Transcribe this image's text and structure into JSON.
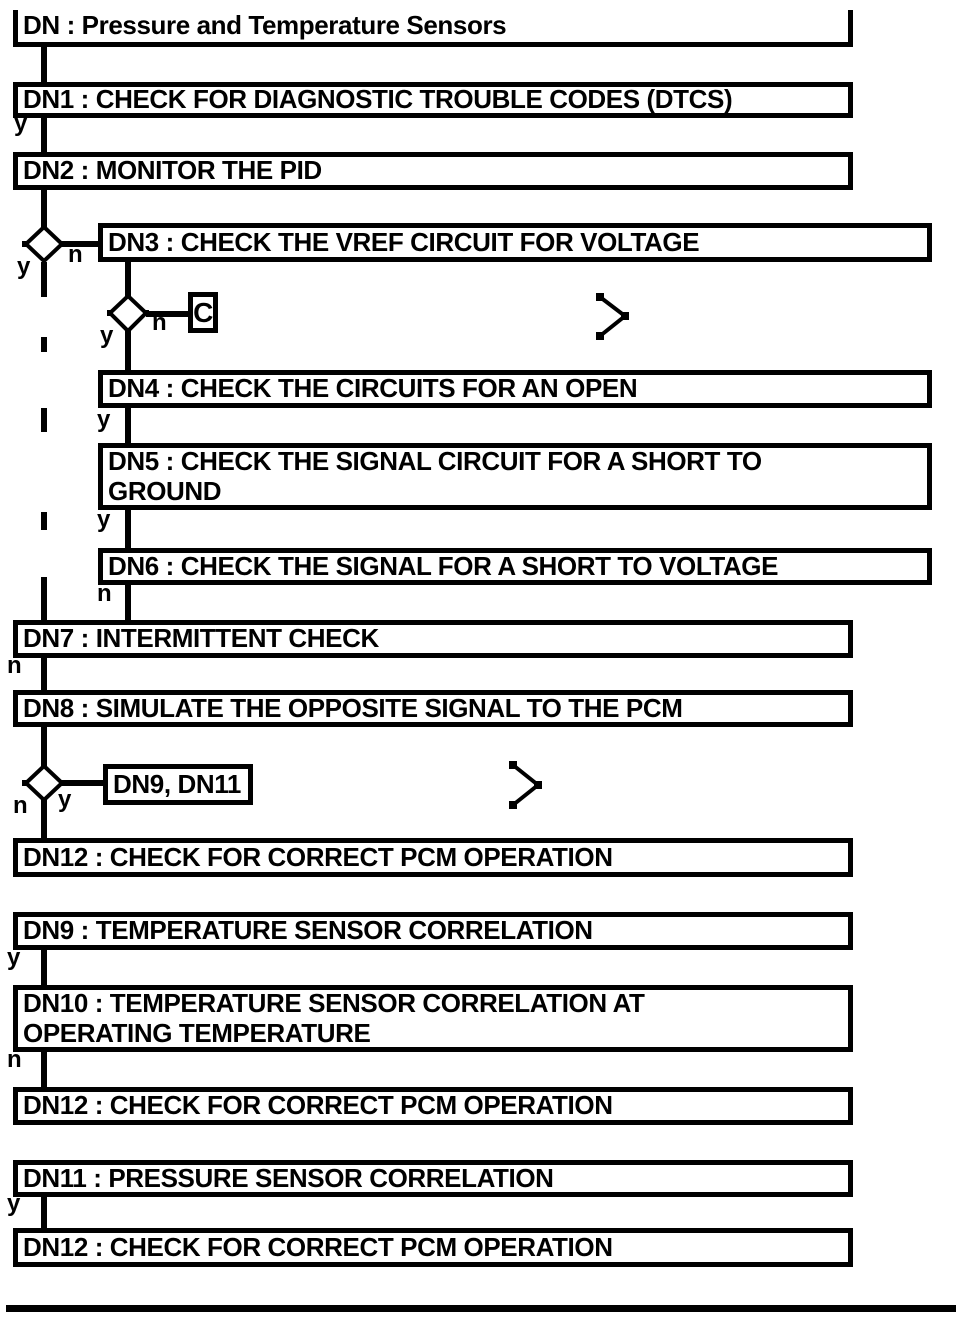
{
  "diagram_title": "DN : Pressure and Temperature Sensors",
  "nodes": {
    "dn": {
      "label": "DN : Pressure and Temperature Sensors"
    },
    "dn1": {
      "label": "DN1 : CHECK FOR DIAGNOSTIC TROUBLE CODES (DTCS)"
    },
    "dn2": {
      "label": "DN2 : MONITOR THE PID"
    },
    "dn3": {
      "label": "DN3 : CHECK THE VREF CIRCUIT FOR VOLTAGE"
    },
    "dn4": {
      "label": "DN4 : CHECK THE CIRCUITS FOR AN OPEN"
    },
    "dn5": {
      "line1": "DN5 : CHECK THE SIGNAL CIRCUIT FOR A SHORT TO",
      "line2": "GROUND"
    },
    "dn6": {
      "label": "DN6 : CHECK THE SIGNAL FOR A SHORT TO VOLTAGE"
    },
    "dn7": {
      "label": "DN7 : INTERMITTENT CHECK"
    },
    "dn8": {
      "label": "DN8 : SIMULATE THE OPPOSITE SIGNAL TO THE PCM"
    },
    "dn9": {
      "label": "DN9 : TEMPERATURE SENSOR CORRELATION"
    },
    "dn10": {
      "line1": "DN10 : TEMPERATURE SENSOR CORRELATION AT",
      "line2": "OPERATING TEMPERATURE"
    },
    "dn11": {
      "label": "DN11 : PRESSURE SENSOR CORRELATION"
    },
    "dn12": {
      "label": "DN12 : CHECK FOR CORRECT PCM OPERATION"
    }
  },
  "connectors": {
    "c": {
      "label": "C"
    },
    "dn9_dn11": {
      "label": "DN9, DN11"
    }
  },
  "branch_labels": {
    "yes": "y",
    "no": "n"
  },
  "colors": {
    "line": "#000000",
    "background": "#ffffff"
  }
}
